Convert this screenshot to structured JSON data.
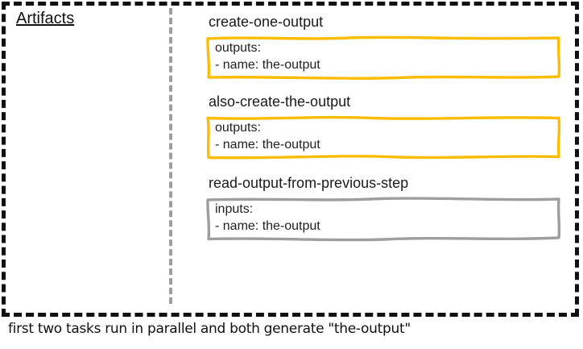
{
  "panel": {
    "label": "Artifacts"
  },
  "tasks": [
    {
      "title": "create-one-output",
      "kind": "outputs",
      "lines": [
        "outputs:",
        "- name: the-output"
      ]
    },
    {
      "title": "also-create-the-output",
      "kind": "outputs",
      "lines": [
        "outputs:",
        "- name: the-output"
      ]
    },
    {
      "title": "read-output-from-previous-step",
      "kind": "inputs",
      "lines": [
        "inputs:",
        "- name: the-output"
      ]
    }
  ],
  "caption": "first two tasks run in parallel and both generate \"the-output\"",
  "colors": {
    "outputs_box_border": "#fbbc04",
    "inputs_box_border": "#9e9e9e",
    "outer_border": "#111111",
    "divider": "#9e9e9e"
  }
}
